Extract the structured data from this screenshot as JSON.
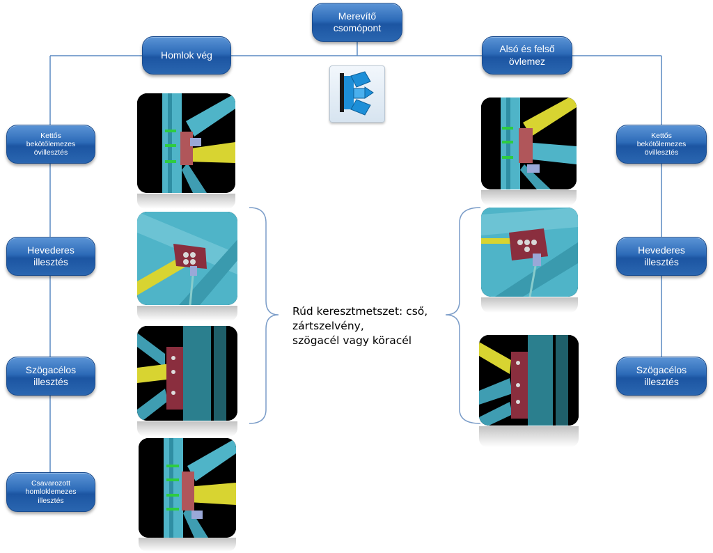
{
  "colors": {
    "node_fill": "#2a66b0",
    "line": "#5a8ac2",
    "beam_cyan": "#4fb4c8",
    "beam_yellow": "#d8d431",
    "plate_red": "#b0565a"
  },
  "nodes": {
    "root": {
      "label": "Merevítő\ncsomópont"
    },
    "left_branch": {
      "label": "Homlok vég"
    },
    "right_branch": {
      "label": "Alsó és felső\növlemez"
    }
  },
  "left_items": [
    {
      "label": "Kettős\nbekötőlemezes\növillesztés"
    },
    {
      "label": "Hevederes\nillesztés"
    },
    {
      "label": "Szögacélos\nillesztés"
    },
    {
      "label": "Csavarozott\nhomloklemezes\nillesztés"
    }
  ],
  "right_items": [
    {
      "label": "Kettős\nbekötőlemezes\növillesztés"
    },
    {
      "label": "Hevederes\nillesztés"
    },
    {
      "label": "Szögacélos\nillesztés"
    }
  ],
  "center_icon": {
    "name": "bracing-joint-icon"
  },
  "center_text": {
    "line1": "Rúd keresztmetszet: cső,",
    "line2": "zártszelvény,",
    "line3": "szögacél vagy köracél"
  }
}
